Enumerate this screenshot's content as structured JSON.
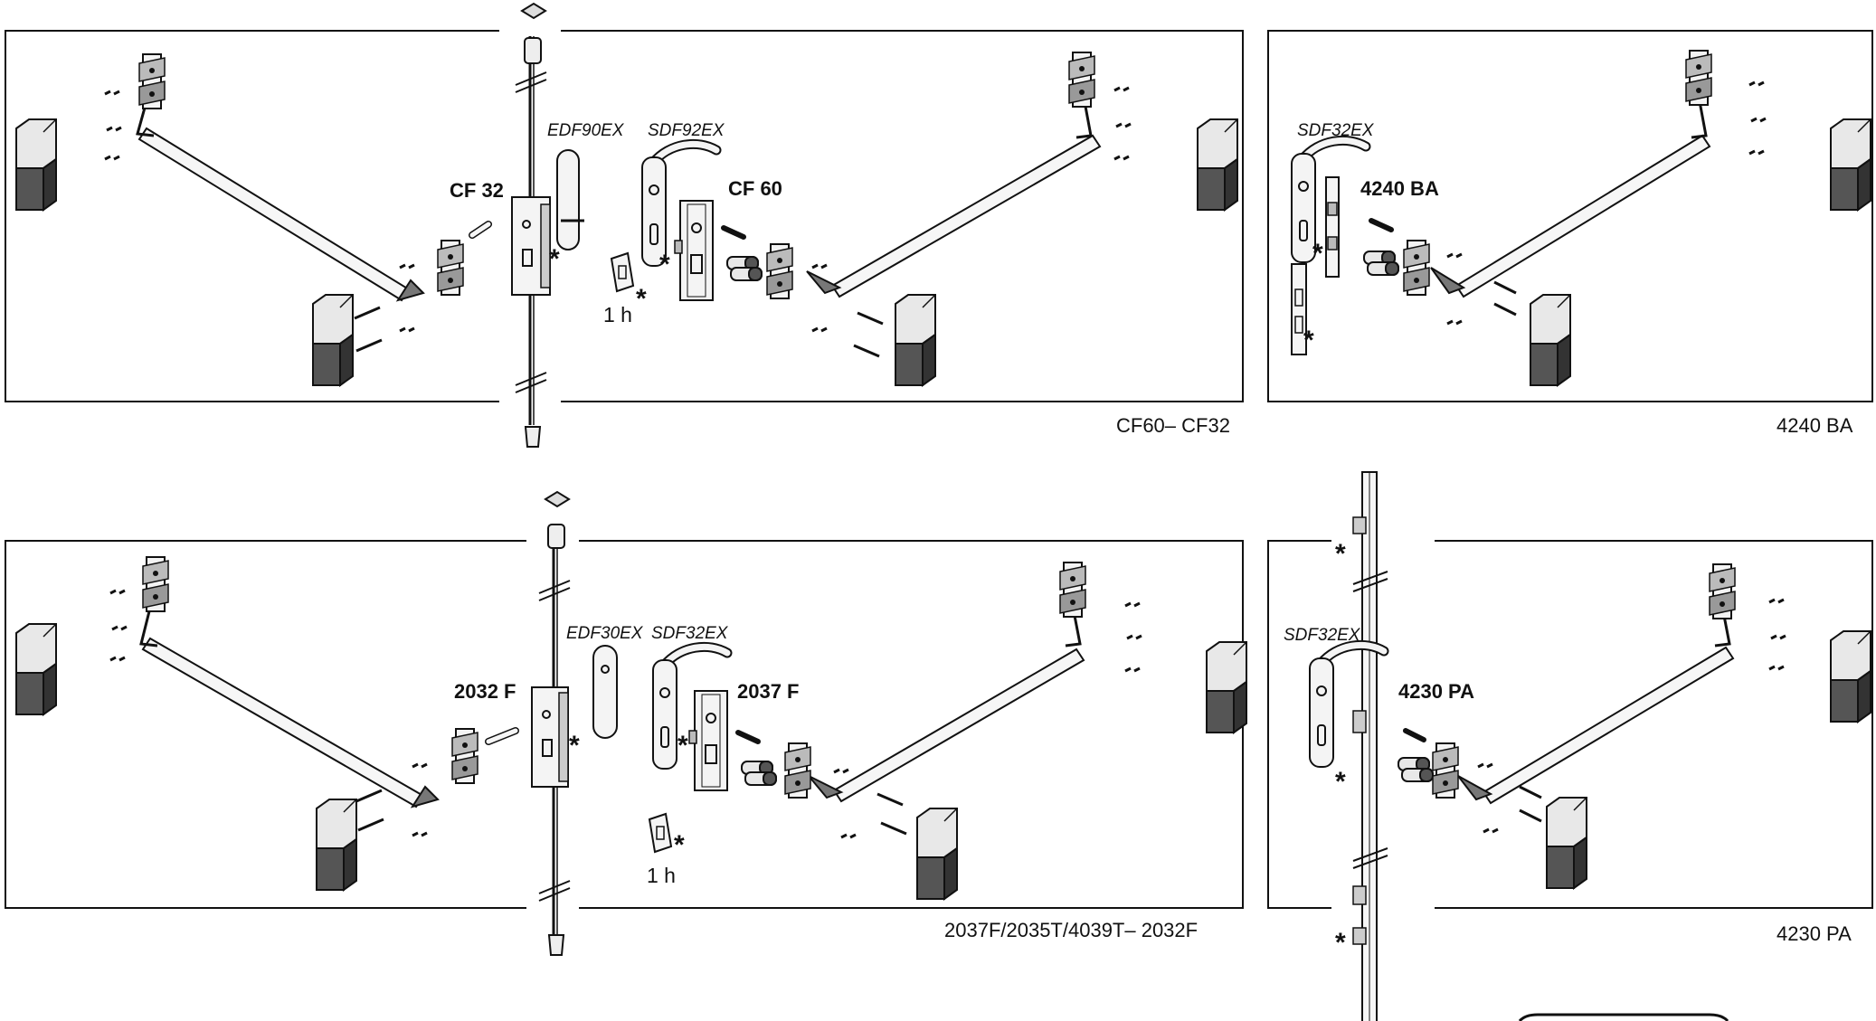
{
  "panels": [
    {
      "caption": "CF60– CF32",
      "left_model": "CF 32",
      "right_model": "CF 60",
      "part_left": "EDF90EX",
      "part_right": "SDF92EX",
      "time": "1 h"
    },
    {
      "caption": "4240 BA",
      "model": "4240 BA",
      "part": "SDF32EX"
    },
    {
      "caption": "2037F/2035T/4039T– 2032F",
      "left_model": "2032 F",
      "right_model": "2037 F",
      "part_left": "EDF30EX",
      "part_right": "SDF32EX",
      "time": "1 h"
    },
    {
      "caption": "4230 PA",
      "model": "4230 PA",
      "part": "SDF32EX"
    }
  ],
  "asterisk": "*"
}
